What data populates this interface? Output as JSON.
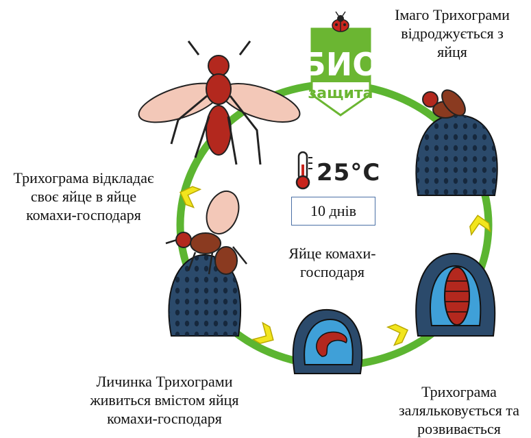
{
  "logo": {
    "line1": "БИО",
    "line2": "защита"
  },
  "temperature": "25°C",
  "duration": "10 днів",
  "labels": {
    "adult": [
      "Імаго Трихограми",
      "відроджується з",
      "яйця"
    ],
    "lays_egg": [
      "Трихограма відкладає",
      "своє яйце в яйце",
      "комахи-господаря"
    ],
    "host_egg": [
      "Яйце комахи-",
      "господаря"
    ],
    "larva": [
      "Личинка Трихограми",
      "живиться вмістом яйця",
      "комахи-господаря"
    ],
    "pupa": [
      "Трихограма",
      "заляльковується та",
      "розвивається"
    ]
  },
  "colors": {
    "cycle_ring": "#5cb531",
    "arrow": "#f2e51d",
    "egg_shell": "#2b4a6b",
    "egg_inner": "#3fa0d8",
    "insect_body": "#b3281e",
    "wing": "#f3c8b8",
    "logo_green": "#6bb632"
  },
  "icons": [
    "thermometer-icon",
    "ladybug-icon",
    "arrow-icon"
  ]
}
